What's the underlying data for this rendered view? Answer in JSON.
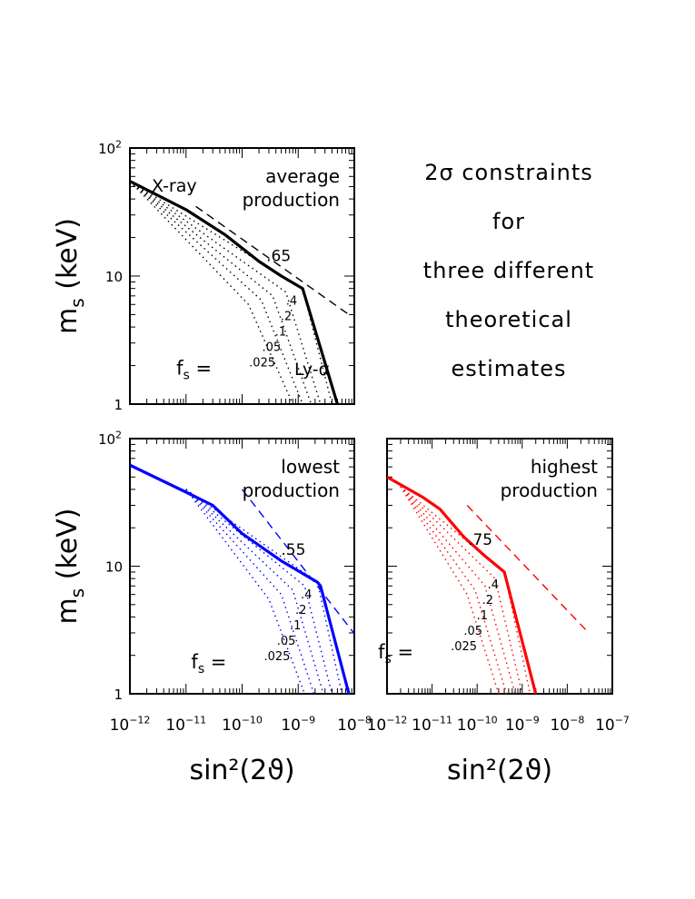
{
  "notes": {
    "line1": "2σ  constraints",
    "line2": "for",
    "line3": "three  different",
    "line4": "theoretical",
    "line5": "estimates"
  },
  "chart_data": [
    {
      "type": "line",
      "panel": "average",
      "xscale": "log",
      "yscale": "log",
      "xlim": [
        1e-12,
        1e-08
      ],
      "ylim": [
        1,
        100
      ],
      "xlabel": "",
      "ylabel": "m_s (keV)",
      "color": "#000000",
      "label_top": "average",
      "label_bottom": "production",
      "xray_label": "X-ray",
      "lya_label": "Ly-α",
      "dashed_label": ".65",
      "fs_prefix": "f",
      "fs_sub": "s",
      "fs_eq": "=",
      "fs_values": [
        ".4",
        ".2",
        ".1",
        ".05",
        ".025"
      ],
      "constraint": {
        "x": [
          1e-12,
          1e-11,
          5e-11,
          2e-10,
          5e-10,
          1.2e-09,
          5e-09
        ],
        "y": [
          55,
          33,
          21,
          13,
          10,
          8,
          1
        ]
      },
      "dashed": {
        "x": [
          1.5e-11,
          8e-09
        ],
        "y": [
          35,
          5
        ]
      },
      "dotted": [
        {
          "x": [
            1e-12,
            1.2e-09,
            4e-09
          ],
          "y": [
            55,
            8,
            1
          ]
        },
        {
          "x": [
            1e-12,
            6e-10,
            2.5e-09
          ],
          "y": [
            55,
            7.5,
            1
          ]
        },
        {
          "x": [
            1e-12,
            3.5e-10,
            1.7e-09
          ],
          "y": [
            55,
            7,
            1
          ]
        },
        {
          "x": [
            1e-12,
            2.2e-10,
            1.2e-09
          ],
          "y": [
            55,
            6.5,
            1
          ]
        },
        {
          "x": [
            1e-12,
            1.3e-10,
            8e-10
          ],
          "y": [
            55,
            6,
            1
          ]
        }
      ]
    },
    {
      "type": "line",
      "panel": "lowest",
      "xscale": "log",
      "yscale": "log",
      "xlim": [
        1e-12,
        1e-08
      ],
      "ylim": [
        1,
        100
      ],
      "xlabel": "sin²(2ϑ)",
      "ylabel": "m_s (keV)",
      "color": "#0000ff",
      "label_top": "lowest",
      "label_bottom": "production",
      "dashed_label": ".55",
      "fs_prefix": "f",
      "fs_sub": "s",
      "fs_eq": "=",
      "fs_values": [
        ".4",
        ".2",
        ".1",
        ".05",
        ".025"
      ],
      "constraint": {
        "x": [
          1e-12,
          1e-11,
          3e-11,
          1e-10,
          5e-10,
          2.2e-09,
          2.5e-09,
          3.5e-09,
          8e-09
        ],
        "y": [
          62,
          38,
          30,
          18,
          11,
          7.5,
          7,
          4,
          1
        ]
      },
      "dashed": {
        "x": [
          1e-10,
          2e-08
        ],
        "y": [
          40,
          2
        ]
      },
      "dotted": [
        {
          "x": [
            1e-11,
            2.2e-09,
            6e-09
          ],
          "y": [
            40,
            7.5,
            1
          ]
        },
        {
          "x": [
            1e-11,
            1.3e-09,
            4e-09
          ],
          "y": [
            40,
            7,
            1
          ]
        },
        {
          "x": [
            1e-11,
            8e-10,
            2.8e-09
          ],
          "y": [
            40,
            6.5,
            1
          ]
        },
        {
          "x": [
            1e-11,
            5e-10,
            1.9e-09
          ],
          "y": [
            40,
            6,
            1
          ]
        },
        {
          "x": [
            1e-11,
            3e-10,
            1.3e-09
          ],
          "y": [
            40,
            5.5,
            1
          ]
        }
      ]
    },
    {
      "type": "line",
      "panel": "highest",
      "xscale": "log",
      "yscale": "log",
      "xlim": [
        1e-12,
        1e-07
      ],
      "ylim": [
        1,
        100
      ],
      "xlabel": "sin²(2ϑ)",
      "ylabel": "",
      "color": "#ff0000",
      "label_top": "highest",
      "label_bottom": "production",
      "dashed_label": ".75",
      "fs_prefix": "f",
      "fs_sub": "s",
      "fs_eq": "=",
      "fs_values": [
        ".4",
        ".2",
        ".1",
        ".05",
        ".025"
      ],
      "constraint": {
        "x": [
          1e-12,
          6e-12,
          1.5e-11,
          5e-11,
          1.5e-10,
          4e-10,
          2e-09
        ],
        "y": [
          50,
          35,
          28,
          17,
          12,
          9,
          1
        ]
      },
      "dashed": {
        "x": [
          6e-11,
          3e-08
        ],
        "y": [
          30,
          3
        ]
      },
      "dotted": [
        {
          "x": [
            2e-12,
            4e-10,
            1.5e-09
          ],
          "y": [
            42,
            9,
            1
          ]
        },
        {
          "x": [
            2e-12,
            2.5e-10,
            1e-09
          ],
          "y": [
            42,
            8,
            1
          ]
        },
        {
          "x": [
            2e-12,
            1.5e-10,
            7e-10
          ],
          "y": [
            42,
            7,
            1
          ]
        },
        {
          "x": [
            2e-12,
            9e-11,
            4.5e-10
          ],
          "y": [
            42,
            6.5,
            1
          ]
        },
        {
          "x": [
            2e-12,
            6e-11,
            3e-10
          ],
          "y": [
            42,
            6,
            1
          ]
        }
      ]
    }
  ]
}
